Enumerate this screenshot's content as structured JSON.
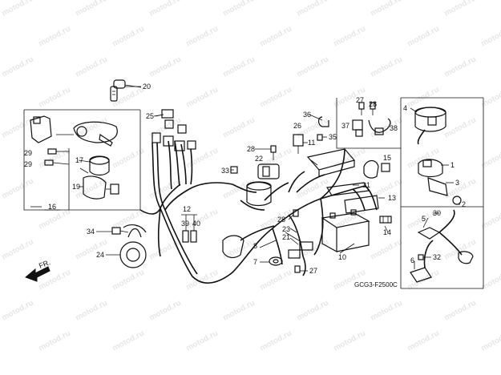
{
  "watermark": "motod.ru",
  "diagram_code": "GCG3-F2500C",
  "direction_label": "FR.",
  "callouts": [
    "1",
    "2",
    "3",
    "4",
    "5",
    "6",
    "7",
    "8",
    "10",
    "11",
    "12",
    "13",
    "14",
    "15",
    "16",
    "17",
    "19",
    "20",
    "21",
    "22",
    "23",
    "24",
    "25",
    "26",
    "27",
    "28",
    "29",
    "30",
    "31",
    "32",
    "33",
    "34",
    "35",
    "36",
    "37",
    "38",
    "39",
    "40"
  ]
}
